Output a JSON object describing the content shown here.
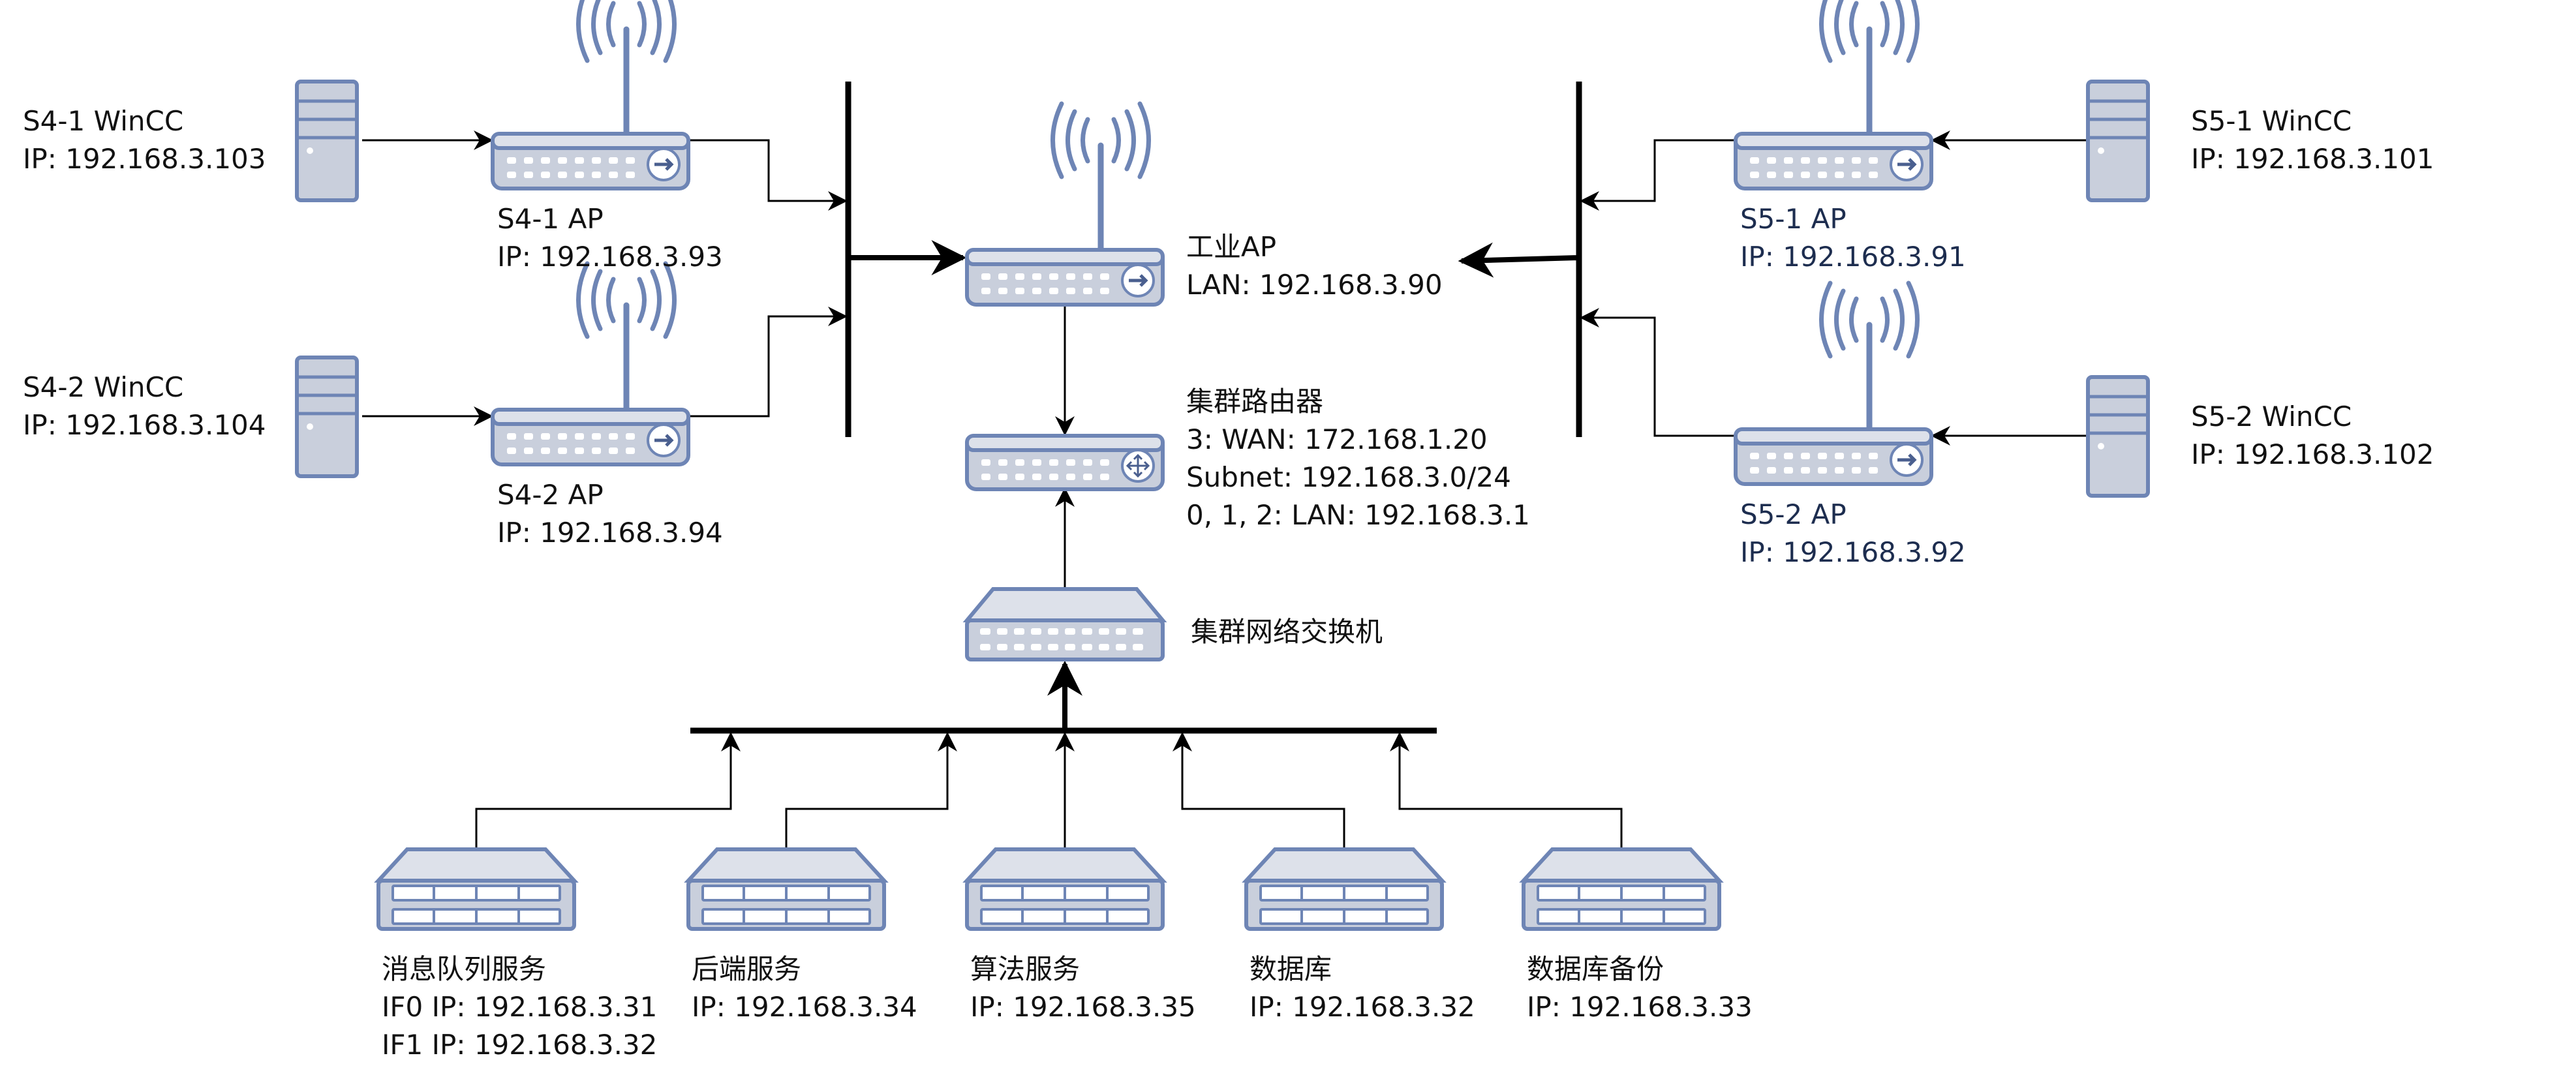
{
  "colors": {
    "device_stroke": "#6e85b5",
    "device_fill": "#c9cfdc",
    "bus": "#000000",
    "label_blue": "#1d2d4f"
  },
  "icons": {
    "wireless_ap": "wireless-access-point-icon",
    "router": "router-icon",
    "switch": "network-switch-icon",
    "server_tower": "server-tower-icon",
    "rack_server": "rack-server-icon"
  },
  "nodes": {
    "s4_1_wincc": {
      "name": "S4-1 WinCC",
      "ip": "IP: 192.168.3.103"
    },
    "s4_2_wincc": {
      "name": "S4-2 WinCC",
      "ip": "IP: 192.168.3.104"
    },
    "s4_1_ap": {
      "name": "S4-1 AP",
      "ip": "IP: 192.168.3.93"
    },
    "s4_2_ap": {
      "name": "S4-2 AP",
      "ip": "IP: 192.168.3.94"
    },
    "industrial_ap": {
      "name": "工业AP",
      "lan": "LAN: 192.168.3.90"
    },
    "cluster_router": {
      "name": "集群路由器",
      "wan": "3: WAN: 172.168.1.20",
      "subnet": "Subnet: 192.168.3.0/24",
      "lan": "0, 1, 2: LAN: 192.168.3.1"
    },
    "cluster_switch": {
      "name": "集群网络交换机"
    },
    "s5_1_ap": {
      "name": "S5-1 AP",
      "ip": "IP: 192.168.3.91"
    },
    "s5_2_ap": {
      "name": "S5-2 AP",
      "ip": "IP: 192.168.3.92"
    },
    "s5_1_wincc": {
      "name": "S5-1 WinCC",
      "ip": "IP: 192.168.3.101"
    },
    "s5_2_wincc": {
      "name": "S5-2 WinCC",
      "ip": "IP: 192.168.3.102"
    },
    "mq_service": {
      "name": "消息队列服务",
      "if0": "IF0 IP: 192.168.3.31",
      "if1": "IF1 IP: 192.168.3.32"
    },
    "backend_service": {
      "name": "后端服务",
      "ip": "IP: 192.168.3.34"
    },
    "algorithm_service": {
      "name": "算法服务",
      "ip": "IP: 192.168.3.35"
    },
    "database": {
      "name": "数据库",
      "ip": "IP: 192.168.3.32"
    },
    "database_backup": {
      "name": "数据库备份",
      "ip": "IP: 192.168.3.33"
    }
  }
}
